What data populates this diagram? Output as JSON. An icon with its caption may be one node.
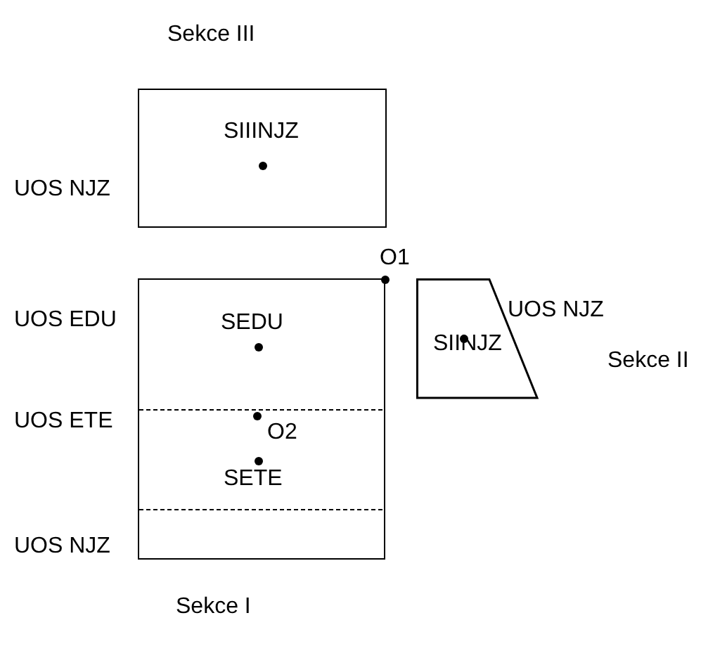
{
  "diagram": {
    "nodes": [
      {
        "text": [
          "Sekce III",
          "SIIINJZ"
        ]
      },
      {
        "text": [
          "Sekce I"
        ]
      },
      {
        "text": [
          "SEDU"
        ],
        "in": 1
      },
      {
        "text": [
          "SETE"
        ],
        "in": 1
      },
      {
        "text": [
          "Sekce II",
          "SIINJZ"
        ]
      }
    ],
    "edges": [],
    "labels": [
      "UOS NJZ",
      "O1",
      "UOS NJZ",
      "UOS EDU",
      "UOS ETE",
      "O2",
      "UOS NJZ"
    ]
  }
}
